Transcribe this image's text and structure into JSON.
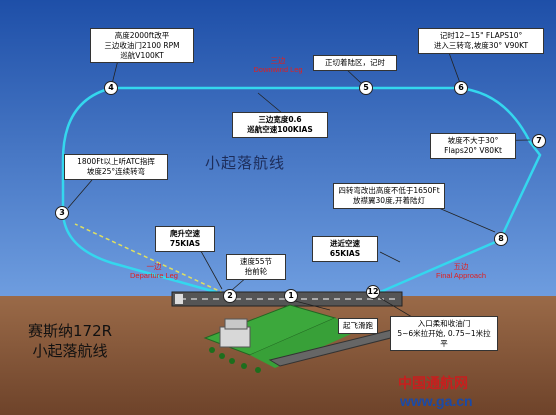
{
  "colors": {
    "sky_top": "#1e4fa8",
    "sky_bottom": "#6f9ee0",
    "ground": "#8a5a3a",
    "pattern_line": "#34d7ee",
    "accent_red": "#e02020"
  },
  "title_center": "小起落航线",
  "aircraft_title": {
    "line1": "赛斯纳172R",
    "line2": "小起落航线"
  },
  "legs": {
    "downwind_cn": "三边",
    "downwind_en": "Downwind Leg",
    "departure_cn": "一边",
    "departure_en": "Departure Leg",
    "final_cn": "五边",
    "final_en": "Final Approach"
  },
  "waypoints": [
    "1",
    "2",
    "3",
    "4",
    "5",
    "6",
    "7",
    "8",
    "12"
  ],
  "callouts": {
    "c4": "高度2000ft改平\n三边收油门2100 RPM\n巡航V100KT",
    "c5": "正切着陆区，记时",
    "c6": "记时12~15\" FLAPS10°\n进入三转弯,坡度30° V90KT",
    "cdown": "三边宽度0.6\n巡航空速100KIAS",
    "c7": "坡度不大于30°\nFlaps20° V80Kt",
    "c3": "1800Ft以上听ATC指挥\n坡度25°连续转弯",
    "c4turn": "四转弯改出高度不低于1650Ft\n放襟翼30度,开着陆灯",
    "climb": "爬升空速\n75KIAS",
    "approach": "进近空速\n65KIAS",
    "rotate": "速度55节\n抬前轮",
    "takeoff": "起飞滑跑",
    "touchdown": "入口柔和收油门\n5~6米拉开始, 0.75~1米拉平"
  },
  "watermark": {
    "cn": "中国通航网",
    "url": "www.ga.cn"
  }
}
